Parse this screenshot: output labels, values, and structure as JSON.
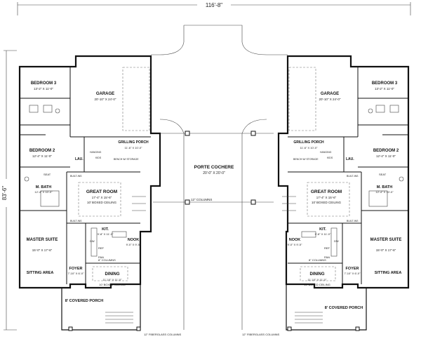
{
  "dimensions": {
    "overall_width": "116'-8\"",
    "overall_depth": "83'-6\""
  },
  "center": {
    "porte_cochere": {
      "name": "PORTE COCHERE",
      "size": "20'-0\" X 20'-0\""
    },
    "columns_note": "12\" COLUMNS"
  },
  "units": [
    {
      "side": "left",
      "rooms": {
        "bedroom3": {
          "name": "BEDROOM 3",
          "size": "13'-2\" X 11'-0\""
        },
        "garage": {
          "name": "GARAGE",
          "size": "20'-10\" X 24'-0\""
        },
        "bedroom2": {
          "name": "BEDROOM 2",
          "size": "12'-4\" X 11'-0\""
        },
        "grilling_porch": {
          "name": "GRILLING PORCH",
          "size": "11'-6\" X 10'-0\""
        },
        "lau": {
          "name": "LAU.",
          "size": ""
        },
        "hanging": "HANGING",
        "kids": "KIDS",
        "bench": "BENCH W/ STORAGE",
        "built_in_1": "BUILT-INS",
        "built_in_2": "BUILT-INS",
        "seat": "SEAT",
        "m_bath": {
          "name": "M. BATH",
          "size": "12'-4\" X 10'-0\""
        },
        "great_room": {
          "name": "GREAT ROOM",
          "size": "17'-4\" X 15'-6\"",
          "note": "10' BOXED CEILING"
        },
        "kit": {
          "name": "KIT.",
          "size": "9'-8\" X 11'-0\""
        },
        "nook": {
          "name": "NOOK",
          "size": "9'-0\" X 9'-5\""
        },
        "master_suite": {
          "name": "MASTER SUITE",
          "size": "15'-0\" X 17'-6\""
        },
        "sitting_area": {
          "name": "SITTING AREA"
        },
        "foyer": {
          "name": "FOYER",
          "size": "7'-10\" X 6'-0\""
        },
        "columns_8": "8\" COLUMNS",
        "dining": {
          "name": "DINING",
          "size": "11'-10\" X 11'-0\"",
          "note": "10' BOXED CEILING"
        },
        "covered_porch": {
          "name": "8' COVERED PORCH"
        },
        "fiberglass_cols": "12\" FIBERGLASS COLUMNS",
        "dw": "DW",
        "ref": "REF",
        "pan": "PAN"
      }
    },
    {
      "side": "right",
      "rooms": {
        "bedroom3": {
          "name": "BEDROOM 3",
          "size": "13'-2\" X 11'-0\""
        },
        "garage": {
          "name": "GARAGE",
          "size": "20'-10\" X 24'-0\""
        },
        "bedroom2": {
          "name": "BEDROOM 2",
          "size": "12'-4\" X 11'-0\""
        },
        "grilling_porch": {
          "name": "GRILLING PORCH",
          "size": "11'-6\" X 10'-0\""
        },
        "lau": {
          "name": "LAU.",
          "size": ""
        },
        "hanging": "HANGING",
        "kids": "KIDS",
        "bench": "BENCH W/ STORAGE",
        "built_in_1": "BUILT-INS",
        "built_in_2": "BUILT-INS",
        "seat": "SEAT",
        "m_bath": {
          "name": "M. BATH",
          "size": "12'-4\" X 10'-0\""
        },
        "great_room": {
          "name": "GREAT ROOM",
          "size": "17'-4\" X 15'-6\"",
          "note": "10' BOXED CEILING"
        },
        "kit": {
          "name": "KIT.",
          "size": "9'-8\" X 11'-0\""
        },
        "nook": {
          "name": "NOOK",
          "size": "9'-0\" X 9'-5\""
        },
        "master_suite": {
          "name": "MASTER SUITE",
          "size": "15'-0\" X 17'-6\""
        },
        "sitting_area": {
          "name": "SITTING AREA"
        },
        "foyer": {
          "name": "FOYER",
          "size": "7'-10\" X 6'-0\""
        },
        "columns_8": "8\" COLUMNS",
        "dining": {
          "name": "DINING",
          "size": "11'-10\" X 11'-0\"",
          "note": "10' BOXED CEILING"
        },
        "covered_porch": {
          "name": "8' COVERED PORCH"
        },
        "fiberglass_cols": "12\" FIBERGLASS COLUMNS",
        "dw": "DW",
        "ref": "REF",
        "pan": "PAN"
      }
    }
  ]
}
